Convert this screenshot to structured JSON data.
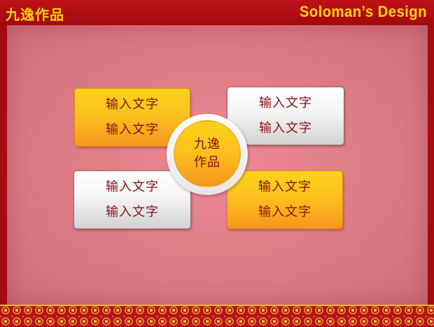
{
  "header": {
    "left_title": "九逸作品",
    "right_title": "Soloman’s Design"
  },
  "diagram": {
    "center": {
      "line1": "九逸",
      "line2": "作品"
    },
    "boxes": [
      {
        "position": "top-left",
        "style": "gold",
        "line1": "输入文字",
        "line2": "输入文字"
      },
      {
        "position": "top-right",
        "style": "silver",
        "line1": "输入文字",
        "line2": "输入文字"
      },
      {
        "position": "bottom-left",
        "style": "silver",
        "line1": "输入文字",
        "line2": "输入文字"
      },
      {
        "position": "bottom-right",
        "style": "gold",
        "line1": "输入文字",
        "line2": "输入文字"
      }
    ]
  },
  "colors": {
    "frame": "#a30d12",
    "brand_text": "#ffd400",
    "panel": "#e07e88",
    "gold_box": "#fbc21c",
    "silver_box": "#f4f4f4",
    "box_text": "#8a1016"
  }
}
